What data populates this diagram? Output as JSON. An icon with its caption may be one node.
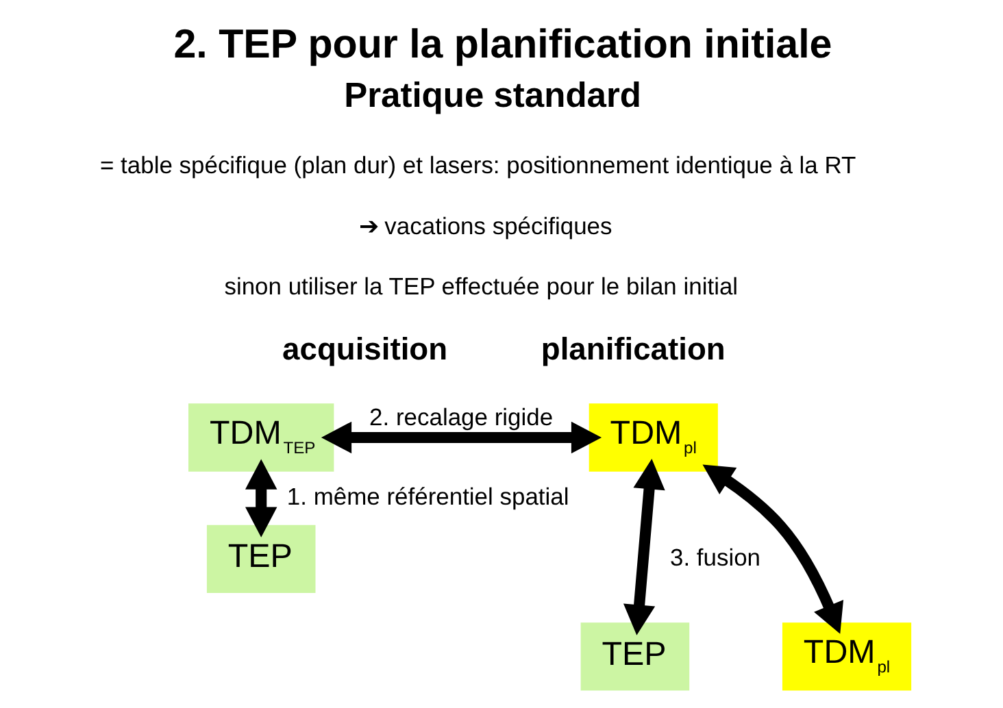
{
  "diagram": {
    "title": "2. TEP pour la planification initiale",
    "nodes": [
      {
        "text": [
          "TDM$_{TEP}$"
        ]
      },
      {
        "text": [
          "TDM$_{pl}$"
        ]
      },
      {
        "text": [
          "TEP"
        ]
      },
      {
        "text": [
          "TEP"
        ]
      },
      {
        "text": [
          "TDM$_{pl}$"
        ]
      }
    ],
    "edges": [
      {
        "from": 0,
        "to": 1,
        "arrow": "both",
        "label": "2. recalage rigide"
      },
      {
        "from": 0,
        "to": 2,
        "arrow": "both",
        "label": "1. même référentiel spatial"
      },
      {
        "from": 1,
        "to": 3,
        "arrow": "both",
        "label": "3. fusion"
      },
      {
        "from": 1,
        "to": 4,
        "arrow": "both"
      }
    ],
    "labels": [
      "Pratique standard",
      "= table spécifique (plan dur) et lasers: positionnement identique à la RT",
      "➔ vacations spécifiques",
      "sinon utiliser la TEP effectuée pour le bilan initial",
      "acquisition",
      "planification"
    ]
  }
}
